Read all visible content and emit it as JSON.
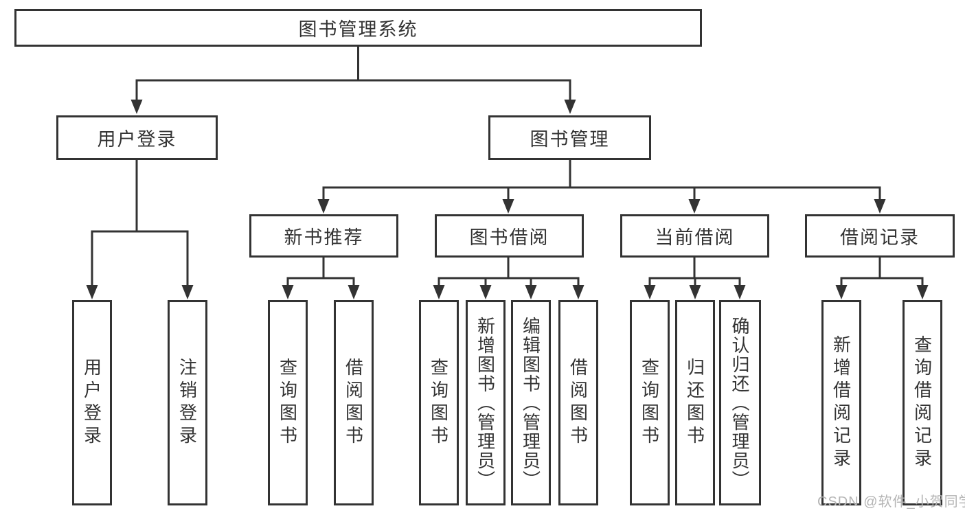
{
  "tree": {
    "label": "图书管理系统",
    "children": [
      {
        "label": "用户登录",
        "children": [
          {
            "label": "用户登录"
          },
          {
            "label": "注销登录"
          }
        ]
      },
      {
        "label": "图书管理",
        "children": [
          {
            "label": "新书推荐",
            "children": [
              {
                "label": "查询图书"
              },
              {
                "label": "借阅图书"
              }
            ]
          },
          {
            "label": "图书借阅",
            "children": [
              {
                "label": "查询图书"
              },
              {
                "label": "新增图书（管理员）"
              },
              {
                "label": "编辑图书（管理员）"
              },
              {
                "label": "借阅图书"
              }
            ]
          },
          {
            "label": "当前借阅",
            "children": [
              {
                "label": "查询图书"
              },
              {
                "label": "归还图书"
              },
              {
                "label": "确认归还（管理员）"
              }
            ]
          },
          {
            "label": "借阅记录",
            "children": [
              {
                "label": "新增借阅记录"
              },
              {
                "label": "查询借阅记录"
              }
            ]
          }
        ]
      }
    ]
  },
  "watermark": "CSDN @软件_小贺同学",
  "colors": {
    "line": "#333333",
    "text": "#333333",
    "box_background": "#ffffff",
    "watermark": "#b4b4b4",
    "background": "#ffffff"
  }
}
